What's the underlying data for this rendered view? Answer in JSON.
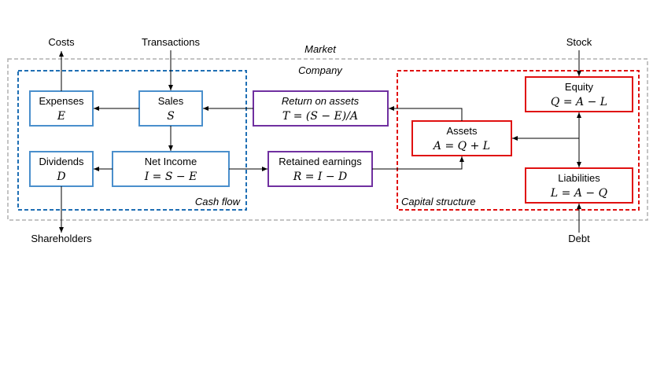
{
  "labels": {
    "market": "Market",
    "company": "Company",
    "cash_flow": "Cash flow",
    "capital_structure": "Capital structure",
    "costs": "Costs",
    "transactions": "Transactions",
    "stock": "Stock",
    "shareholders": "Shareholders",
    "debt": "Debt"
  },
  "nodes": {
    "expenses": {
      "title": "Expenses",
      "eq": "E"
    },
    "sales": {
      "title": "Sales",
      "eq": "S"
    },
    "return_on_assets": {
      "title": "Return on assets",
      "eq": "T = (S − E)/A"
    },
    "dividends": {
      "title": "Dividends",
      "eq": "D"
    },
    "net_income": {
      "title": "Net Income",
      "eq": "I = S − E"
    },
    "retained_earnings": {
      "title": "Retained earnings",
      "eq": "R = I − D"
    },
    "assets": {
      "title": "Assets",
      "eq": "A = Q + L"
    },
    "equity": {
      "title": "Equity",
      "eq": "Q = A − L"
    },
    "liabilities": {
      "title": "Liabilities",
      "eq": "L = A − Q"
    }
  },
  "colors": {
    "market_border": "#b0b0b0",
    "cash_flow_border": "#1f6fb4",
    "capital_border": "#e01010",
    "blue_box": "#4a8fcc",
    "purple_box": "#7030a0",
    "red_box": "#e01010"
  }
}
